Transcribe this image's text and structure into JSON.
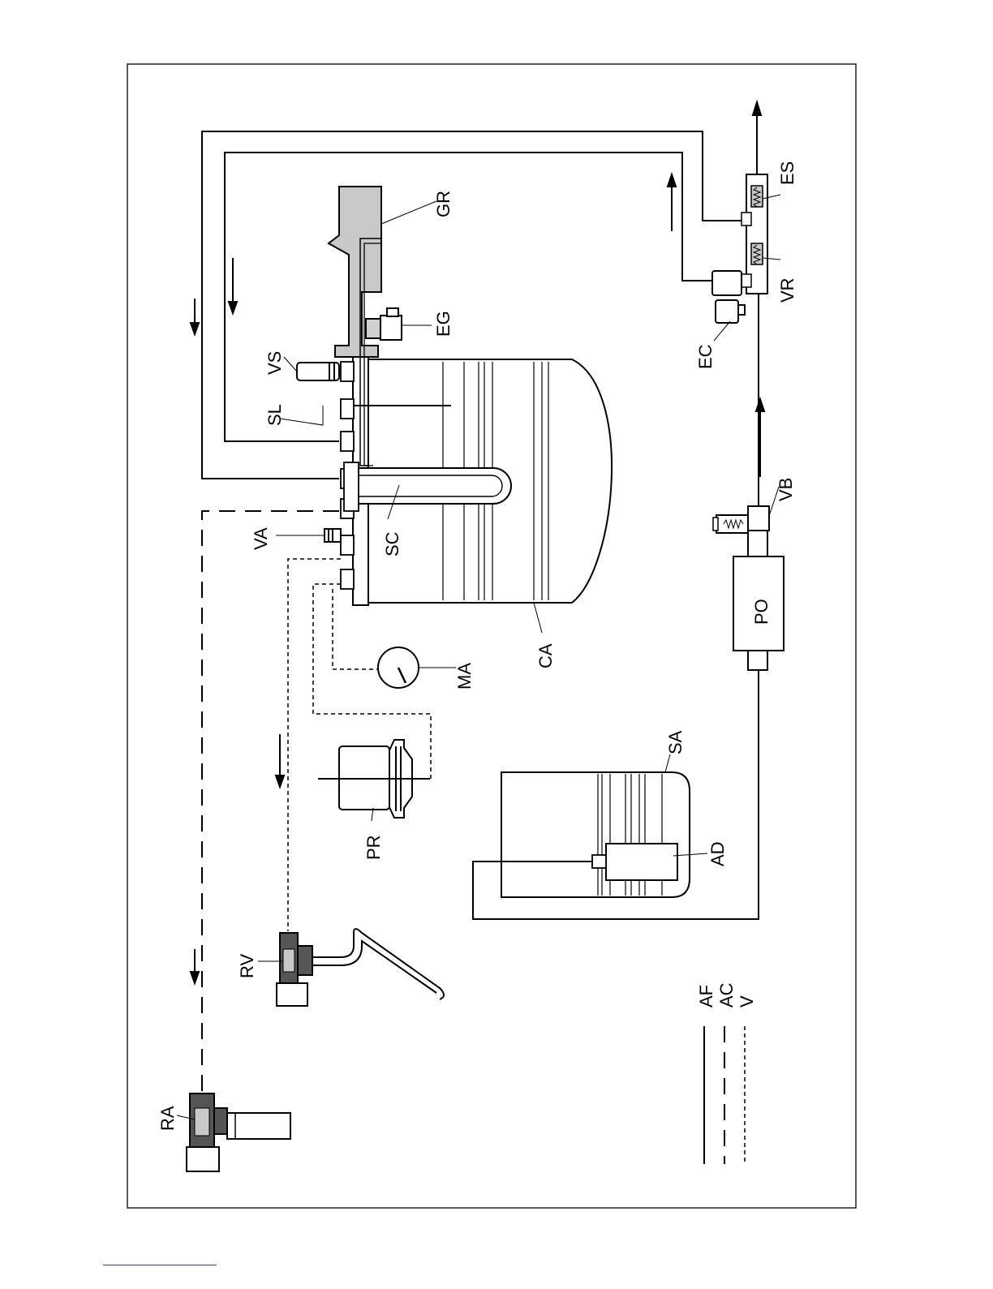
{
  "diagram": {
    "labels": {
      "GR": "GR",
      "EG": "EG",
      "VS": "VS",
      "SL": "SL",
      "SC": "SC",
      "VA": "VA",
      "CA": "CA",
      "MA": "MA",
      "PR": "PR",
      "SA": "SA",
      "AD": "AD",
      "RV": "RV",
      "RA": "RA",
      "PO": "PO",
      "VB": "VB",
      "EC": "EC",
      "VR": "VR",
      "ES": "ES"
    },
    "legend": [
      {
        "code": "AF",
        "style": "solid"
      },
      {
        "code": "AC",
        "style": "long-dash"
      },
      {
        "code": "V",
        "style": "short-dash"
      }
    ],
    "colors": {
      "line": "#000000",
      "fill_gray": "#c8c8c8",
      "fill_dark": "#555555",
      "footer_link": "#2b3fa8"
    }
  }
}
